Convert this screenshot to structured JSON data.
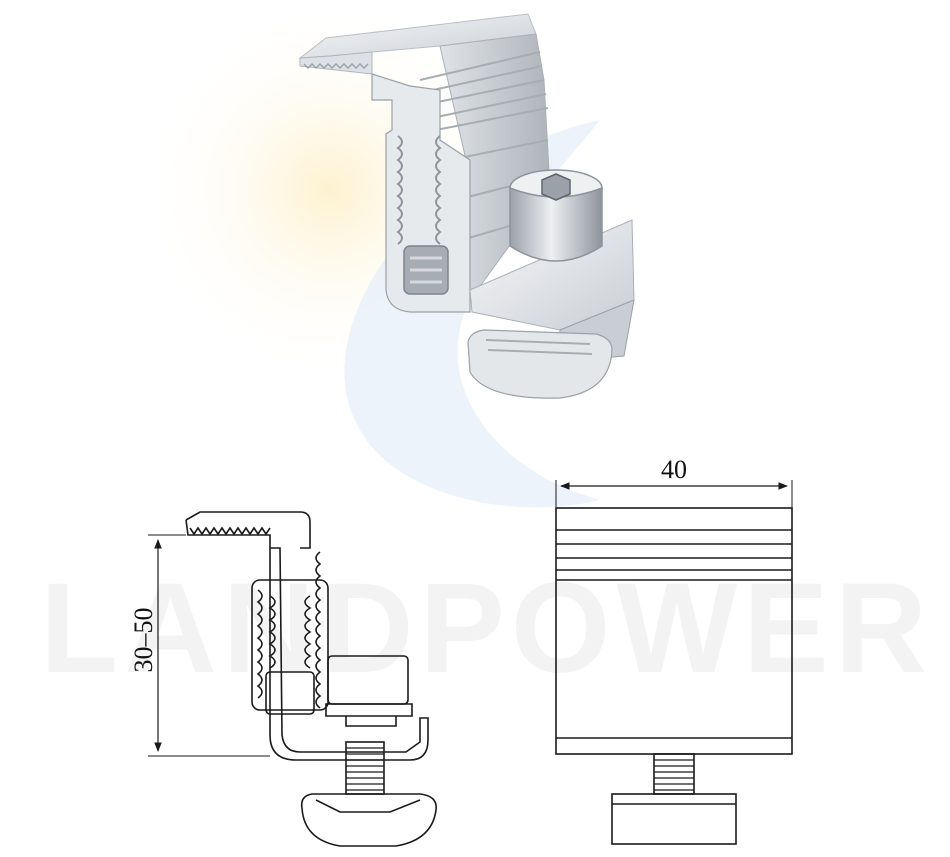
{
  "watermark": {
    "text": "LANDPOWER"
  },
  "dimensions": {
    "width_label": "40",
    "height_label": "30–50"
  },
  "colors": {
    "line": "#1a1a1a",
    "metal_light": "#eef1f4",
    "metal_mid": "#c9ced4",
    "metal_dark": "#8e959c",
    "sun_glow": "#fdf3d6",
    "blue_glow": "#e3eef8"
  },
  "views": [
    "perspective-render",
    "side-section-drawing",
    "front-drawing"
  ]
}
